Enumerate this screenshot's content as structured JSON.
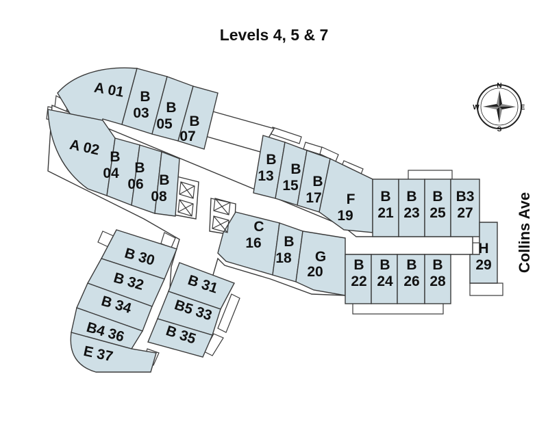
{
  "title": "Levels 4, 5 & 7",
  "street": "Collins Ave",
  "compass": {
    "n": "N",
    "s": "S",
    "e": "E",
    "w": "W",
    "icon": "compass-rose-icon"
  },
  "colors": {
    "unit_fill": "#cfdfe6",
    "outline": "#3a3a3a",
    "corridor": "#ffffff"
  },
  "units": [
    {
      "l1": "A 01"
    },
    {
      "l1": "B",
      "l2": "03"
    },
    {
      "l1": "B",
      "l2": "05"
    },
    {
      "l1": "B",
      "l2": "07"
    },
    {
      "l1": "A 02"
    },
    {
      "l1": "B",
      "l2": "04"
    },
    {
      "l1": "B",
      "l2": "06"
    },
    {
      "l1": "B",
      "l2": "08"
    },
    {
      "l1": "B",
      "l2": "13"
    },
    {
      "l1": "B",
      "l2": "15"
    },
    {
      "l1": "B",
      "l2": "17"
    },
    {
      "l1": "F",
      "l2": "19"
    },
    {
      "l1": "B",
      "l2": "21"
    },
    {
      "l1": "B",
      "l2": "23"
    },
    {
      "l1": "B",
      "l2": "25"
    },
    {
      "l1": "B3",
      "l2": "27"
    },
    {
      "l1": "C",
      "l2": "16"
    },
    {
      "l1": "B",
      "l2": "18"
    },
    {
      "l1": "G",
      "l2": "20"
    },
    {
      "l1": "B",
      "l2": "22"
    },
    {
      "l1": "B",
      "l2": "24"
    },
    {
      "l1": "B",
      "l2": "26"
    },
    {
      "l1": "B",
      "l2": "28"
    },
    {
      "l1": "H",
      "l2": "29"
    },
    {
      "l1": "B 30"
    },
    {
      "l1": "B 32"
    },
    {
      "l1": "B 34"
    },
    {
      "l1": "B4 36"
    },
    {
      "l1": "E 37"
    },
    {
      "l1": "B 31"
    },
    {
      "l1": "B5 33"
    },
    {
      "l1": "B 35"
    }
  ]
}
